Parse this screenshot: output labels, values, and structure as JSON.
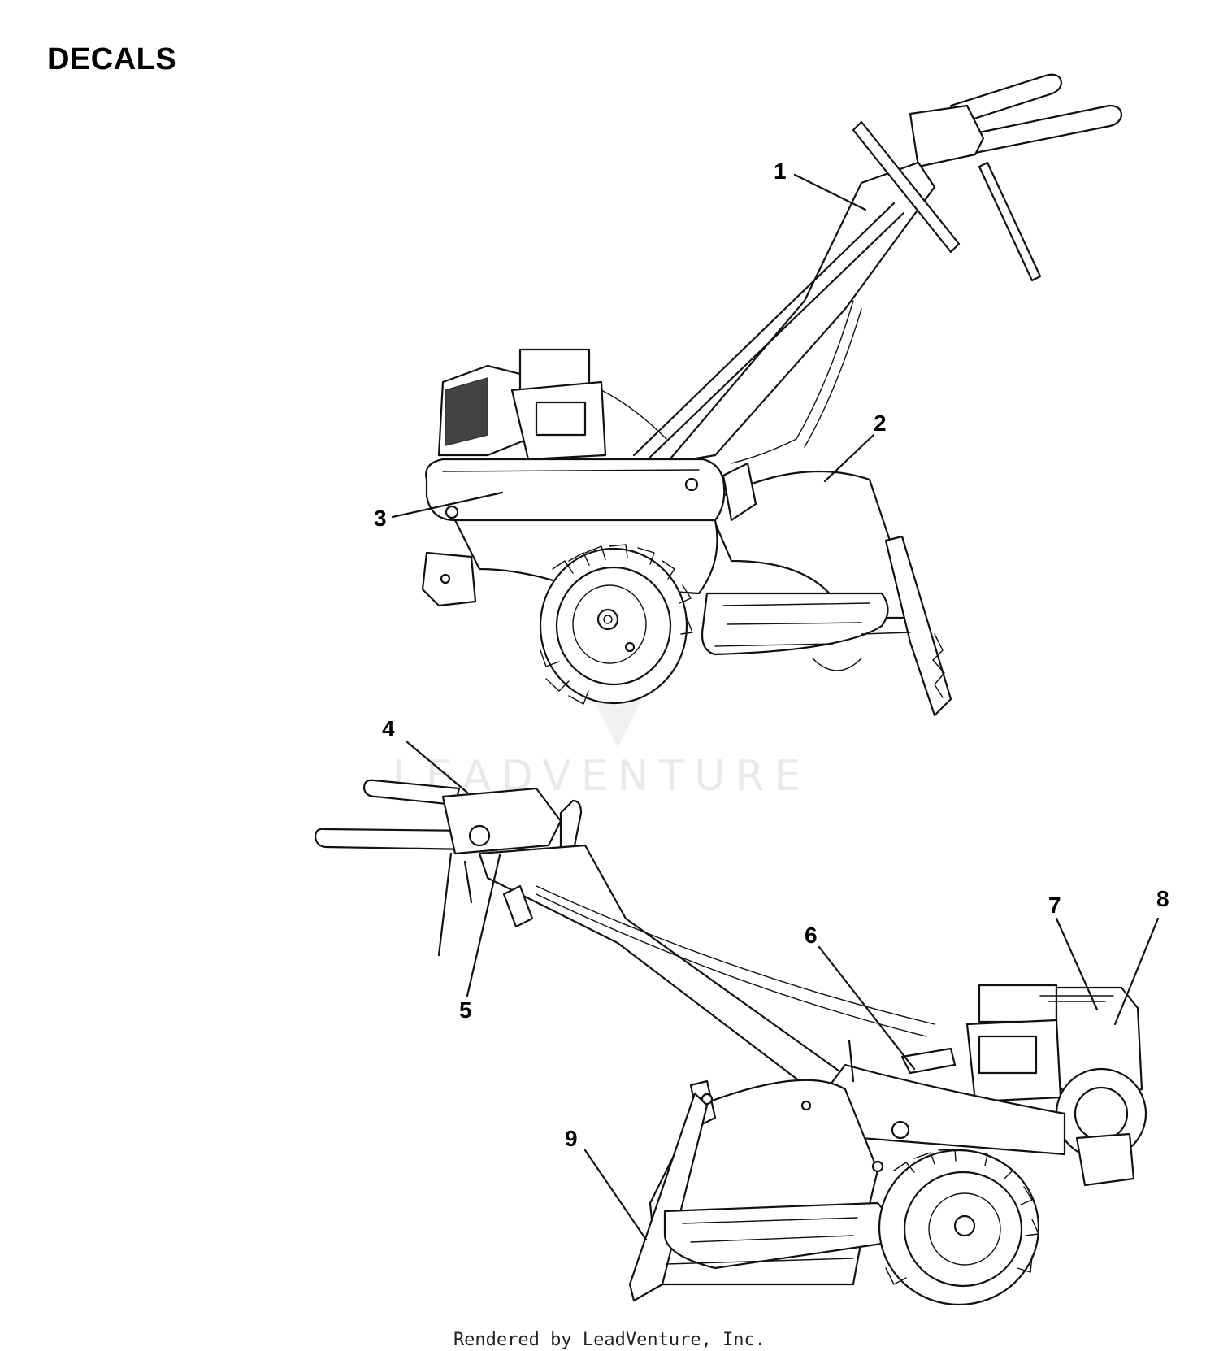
{
  "title": "DECALS",
  "watermark": "LEADVENTURE",
  "footer": "Rendered by LeadVenture, Inc.",
  "callouts": [
    "1",
    "2",
    "3",
    "4",
    "5",
    "6",
    "7",
    "8",
    "9"
  ]
}
